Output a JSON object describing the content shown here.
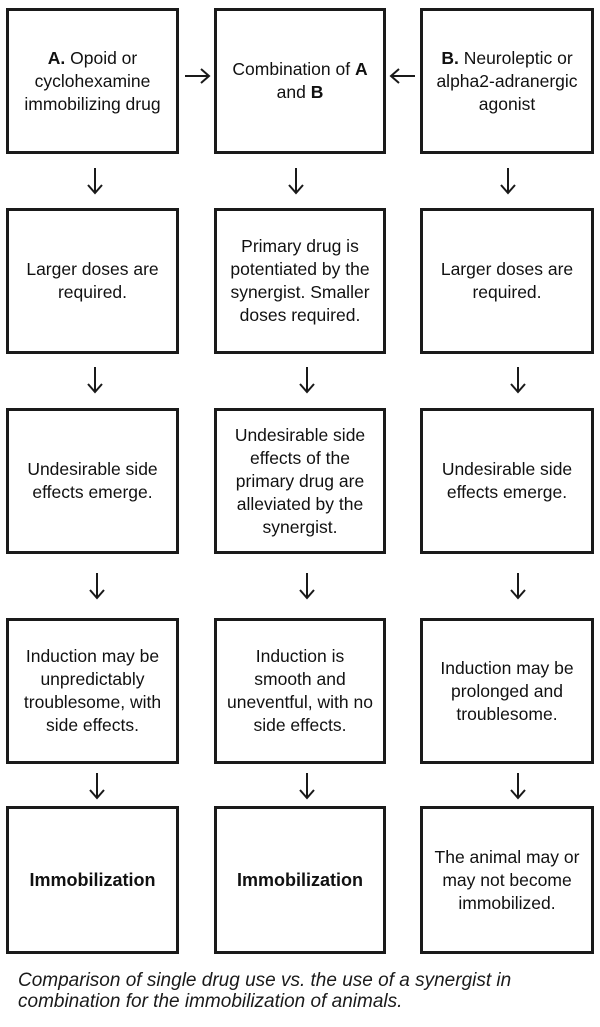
{
  "row1": {
    "a": {
      "label": "A.",
      "text_1": " Opoid or",
      "text_2": "cyclohexamine immobilizing drug"
    },
    "mid": {
      "text_1": "Combination of ",
      "a": "A",
      "and": " and ",
      "b": "B"
    },
    "b": {
      "label": "B.",
      "text_1": " Neuroleptic or",
      "text_2": "alpha2-adranergic agonist"
    }
  },
  "row2": {
    "left": "Larger doses are required.",
    "mid": "Primary drug is potentiated by the synergist. Smaller doses required.",
    "right": "Larger doses are required."
  },
  "row3": {
    "left": "Undesirable side effects emerge.",
    "mid": "Undesirable side effects of the primary drug are alleviated by the synergist.",
    "right": "Undesirable side effects emerge."
  },
  "row4": {
    "left": "Induction may be unpredictably troublesome, with side effects.",
    "mid": "Induction is smooth and uneventful, with no side effects.",
    "right": "Induction may be prolonged and troublesome."
  },
  "row5": {
    "left": "Immobilization",
    "mid": "Immobilization",
    "right": "The animal may or may not become immobilized."
  },
  "caption": "Comparison of single drug use vs. the use of a synergist in combination for the immobilization of animals."
}
